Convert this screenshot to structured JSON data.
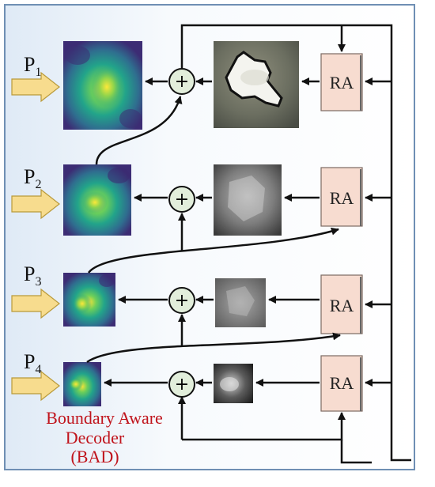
{
  "pyramid_labels": [
    {
      "letter": "P",
      "index": "1"
    },
    {
      "letter": "P",
      "index": "2"
    },
    {
      "letter": "P",
      "index": "3"
    },
    {
      "letter": "P",
      "index": "4"
    }
  ],
  "ra_label": "RA",
  "sum_symbol": "+",
  "caption": {
    "line1": "Boundary  Aware",
    "line2": "Decoder",
    "line3": "(BAD)"
  },
  "colors": {
    "ra_fill": "#f7dcd0",
    "sum_fill": "#e2eedb",
    "arrow_fill": "#f7dc8e",
    "caption": "#c0141c",
    "frame": "#6f8fb4"
  }
}
